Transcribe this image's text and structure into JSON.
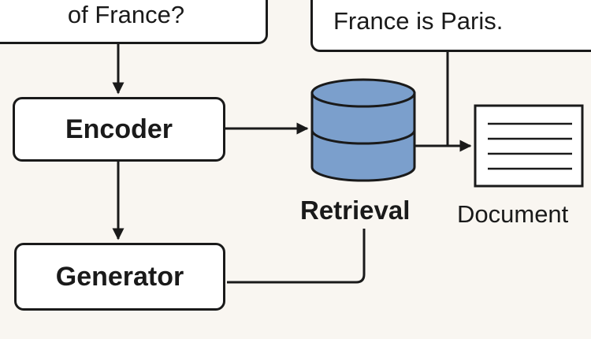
{
  "diagram": {
    "question_text": "of France?",
    "answer_text": "France is Paris.",
    "encoder_label": "Encoder",
    "generator_label": "Generator",
    "retrieval_label": "Retrieval",
    "document_label": "Document"
  },
  "colors": {
    "stroke": "#1a1a1a",
    "database_fill": "#7b9fcc",
    "background": "#f9f6f1",
    "box_fill": "#ffffff"
  }
}
